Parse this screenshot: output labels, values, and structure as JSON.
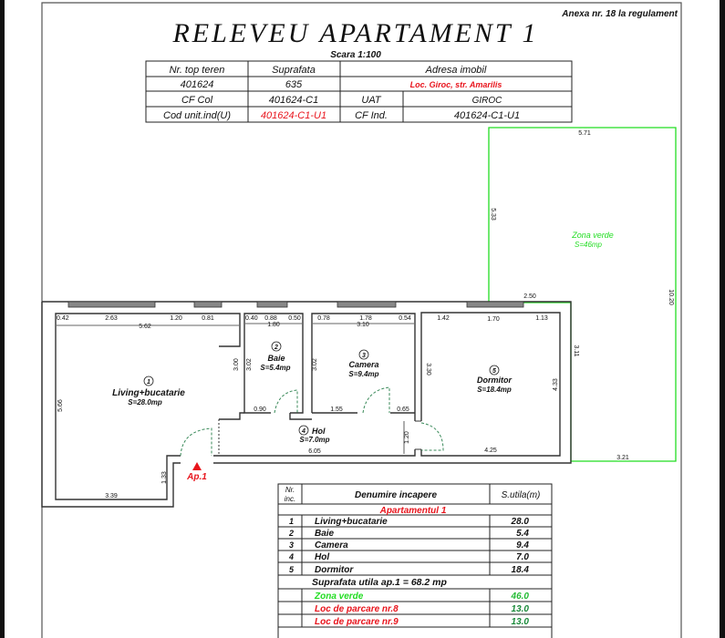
{
  "header": {
    "annex": "Anexa nr. 18 la regulament",
    "title": "RELEVEU APARTAMENT 1",
    "scale": "Scara 1:100"
  },
  "info_table": {
    "h_nr_top": "Nr. top teren",
    "h_suprafata": "Suprafata",
    "h_adresa": "Adresa imobil",
    "nr_top": "401624",
    "suprafata": "635",
    "adresa": "Loc. Giroc, str. Amarilis",
    "cf_col_label": "CF Col",
    "cf_col": "401624-C1",
    "uat_label": "UAT",
    "uat": "GIROC",
    "cod_label": "Cod unit.ind(U)",
    "cod": "401624-C1-U1",
    "cf_ind_label": "CF Ind.",
    "cf_ind": "401624-C1-U1"
  },
  "rooms": {
    "r1_num": "1",
    "r1_name": "Living+bucatarie",
    "r1_area": "S=28.0mp",
    "r2_num": "2",
    "r2_name": "Baie",
    "r2_area": "S=5.4mp",
    "r3_num": "3",
    "r3_name": "Camera",
    "r3_area": "S=9.4mp",
    "r4_num": "4",
    "r4_name": "Hol",
    "r4_area": "S=7.0mp",
    "r5_num": "5",
    "r5_name": "Dormitor",
    "r5_area": "S=18.4mp",
    "green_name": "Zona verde",
    "green_area": "S=46mp",
    "entrance": "Ap.1"
  },
  "dims": {
    "l1": "0.42",
    "l2": "2.63",
    "l3": "1.20",
    "l4": "0.81",
    "l5": "5.62",
    "l6": "5.66",
    "l7": "3.39",
    "l8": "1.33",
    "l9": "3.00",
    "b1": "0.40",
    "b2": "0.88",
    "b3": "0.50",
    "b4": "1.80",
    "b5": "3.02",
    "b6": "0.90",
    "c1": "0.78",
    "c2": "1.78",
    "c3": "0.54",
    "c4": "3.10",
    "c5": "3.02",
    "c6": "1.55",
    "c7": "0.65",
    "h1": "6.05",
    "h2": "1.20",
    "d1": "1.42",
    "d2": "1.70",
    "d3": "1.13",
    "d4": "3.30",
    "d5": "4.33",
    "d6": "4.25",
    "g1": "5.71",
    "g2": "5.33",
    "g3": "2.50",
    "g4": "3.11",
    "g5": "10.20",
    "g6": "3.21"
  },
  "rooms_table": {
    "h_nr": "Nr.",
    "h_inc": "inc.",
    "h_name": "Denumire incapere",
    "h_area": "S.utila(m)",
    "section": "Apartamentul 1",
    "rows": [
      {
        "nr": "1",
        "name": "Living+bucatarie",
        "area": "28.0"
      },
      {
        "nr": "2",
        "name": "Baie",
        "area": "5.4"
      },
      {
        "nr": "3",
        "name": "Camera",
        "area": "9.4"
      },
      {
        "nr": "4",
        "name": "Hol",
        "area": "7.0"
      },
      {
        "nr": "5",
        "name": "Dormitor",
        "area": "18.4"
      }
    ],
    "total": "Suprafata utila ap.1 = 68.2 mp",
    "extras": [
      {
        "name": "Zona verde",
        "area": "46.0"
      },
      {
        "name": "Loc de parcare nr.8",
        "area": "13.0"
      },
      {
        "name": "Loc de parcare nr.9",
        "area": "13.0"
      }
    ]
  },
  "colors": {
    "red": "#e8141c",
    "green": "#22dd22",
    "dark_green": "#1a8a3a"
  }
}
